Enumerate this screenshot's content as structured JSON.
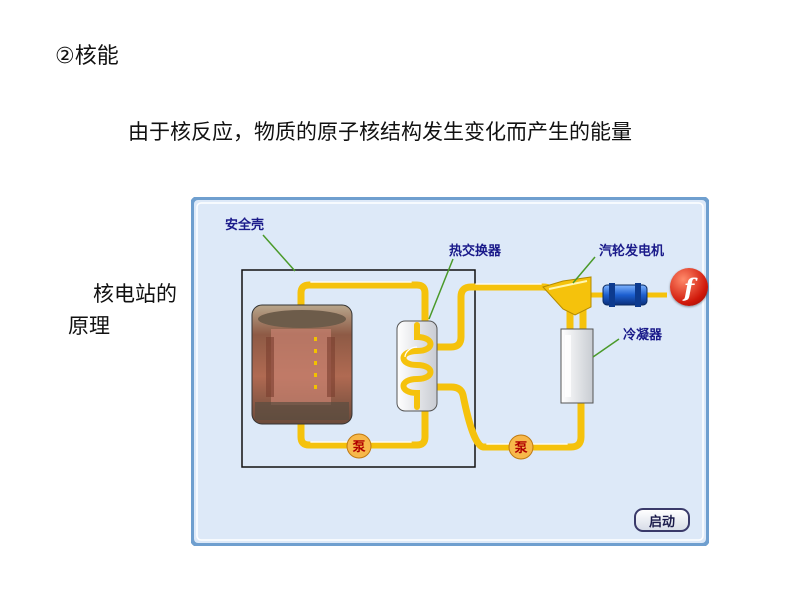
{
  "slide": {
    "heading": "②核能",
    "paragraph": "由于核反应，物质的原子核结构发生变化而产生的能量",
    "side_label": "核电站的原理"
  },
  "diagram": {
    "labels": {
      "containment": "安全壳",
      "heat_exchanger": "热交换器",
      "turbine_generator": "汽轮发电机",
      "condenser": "冷凝器"
    },
    "pump_glyph": "泵",
    "start_button": "启动",
    "colors": {
      "panel_bg": "#dde9f8",
      "panel_border": "#6f9fcf",
      "pipe": "#f5c20c",
      "label": "#1a1a8a"
    },
    "icons": [
      "flash-player-icon",
      "pump-icon",
      "reactor-image",
      "turbine-icon",
      "generator-icon"
    ]
  }
}
